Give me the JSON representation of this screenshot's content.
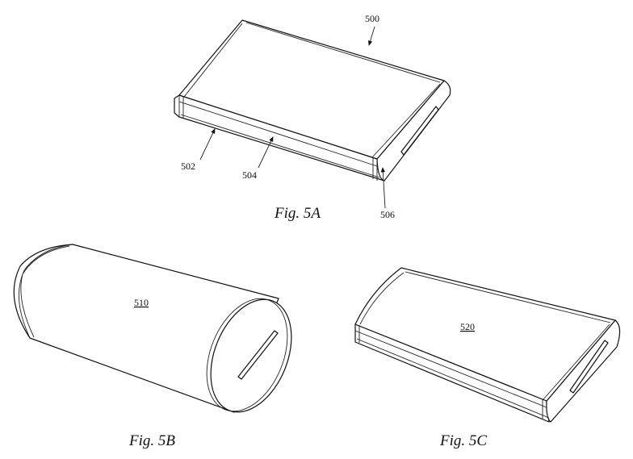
{
  "figures": {
    "fig5a": {
      "caption": "Fig. 5A",
      "refs": {
        "device": "500",
        "side_a": "502",
        "side_b": "504",
        "end": "506"
      }
    },
    "fig5b": {
      "caption": "Fig. 5B",
      "label": "510"
    },
    "fig5c": {
      "caption": "Fig. 5C",
      "label": "520"
    }
  },
  "colors": {
    "line": "#111111",
    "background": "#ffffff"
  }
}
